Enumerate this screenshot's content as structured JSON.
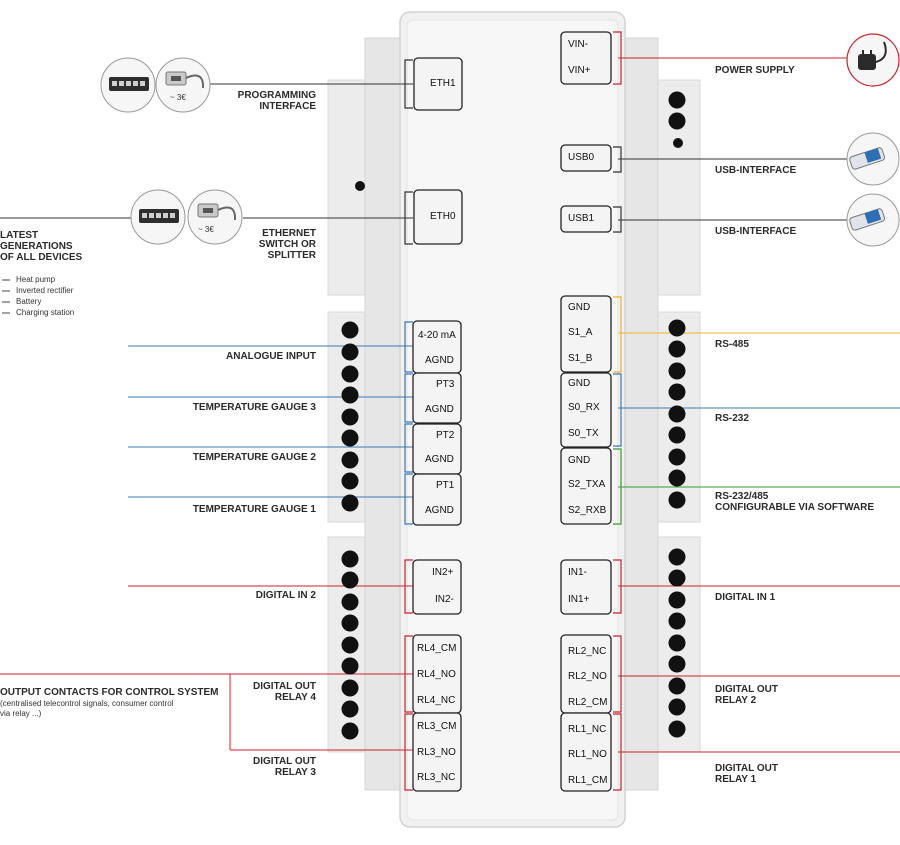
{
  "ports": {
    "eth1": "ETH1",
    "eth0": "ETH0",
    "vin_minus": "VIN-",
    "vin_plus": "VIN+",
    "usb0": "USB0",
    "usb1": "USB1"
  },
  "left_terminals": [
    "4-20 mA",
    "AGND",
    "PT3",
    "AGND",
    "PT2",
    "AGND",
    "PT1",
    "AGND"
  ],
  "right_terminals": [
    "GND",
    "S1_A",
    "S1_B",
    "GND",
    "S0_RX",
    "S0_TX",
    "GND",
    "S2_TXA",
    "S2_RXB"
  ],
  "digital_in_left": [
    "IN2+",
    "IN2-"
  ],
  "digital_in_right": [
    "IN1-",
    "IN1+"
  ],
  "relays_left": [
    "RL4_CM",
    "RL4_NO",
    "RL4_NC",
    "RL3_CM",
    "RL3_NO",
    "RL3_NC"
  ],
  "relays_right": [
    "RL2_NC",
    "RL2_NO",
    "RL2_CM",
    "RL1_NC",
    "RL1_NO",
    "RL1_CM"
  ],
  "labels": {
    "programming": [
      "PROGRAMMING",
      "INTERFACE"
    ],
    "ethernet": [
      "ETHERNET",
      "SWITCH OR",
      "SPLITTER"
    ],
    "latest": [
      "LATEST",
      "GENERATIONS",
      "OF ALL DEVICES"
    ],
    "analogue_input": "ANALOGUE INPUT",
    "temp3": "TEMPERATURE GAUGE 3",
    "temp2": "TEMPERATURE GAUGE 2",
    "temp1": "TEMPERATURE GAUGE 1",
    "digital_in2": "DIGITAL IN 2",
    "output_contacts": "OUTPUT CONTACTS FOR CONTROL SYSTEM",
    "output_desc": [
      "(centralised telecontrol signals, consumer control",
      "via relay ...)"
    ],
    "relay4": [
      "DIGITAL OUT",
      "RELAY 4"
    ],
    "relay3": [
      "DIGITAL OUT",
      "RELAY 3"
    ],
    "power_supply": "POWER SUPPLY",
    "usb_interface": "USB-INTERFACE",
    "rs485": "RS-485",
    "rs232": "RS-232",
    "rs232_485": [
      "RS-232/485",
      "CONFIGURABLE VIA SOFTWARE"
    ],
    "digital_in1": "DIGITAL IN 1",
    "relay2": [
      "DIGITAL OUT",
      "RELAY 2"
    ],
    "relay1": [
      "DIGITAL OUT",
      "RELAY 1"
    ],
    "price": "~ 3€"
  },
  "device_list": [
    "Heat pump",
    "Inverted rectifier",
    "Battery",
    "Charging station"
  ],
  "colors": {
    "analogue_line": "#3a78b5",
    "digital_line": "#c8242b",
    "rs485_line": "#f0b32a",
    "rs232_line": "#3a78b5",
    "configurable_line": "#3a9a2c",
    "housing": "#ececec",
    "housing_edge": "#d2d2d2"
  }
}
